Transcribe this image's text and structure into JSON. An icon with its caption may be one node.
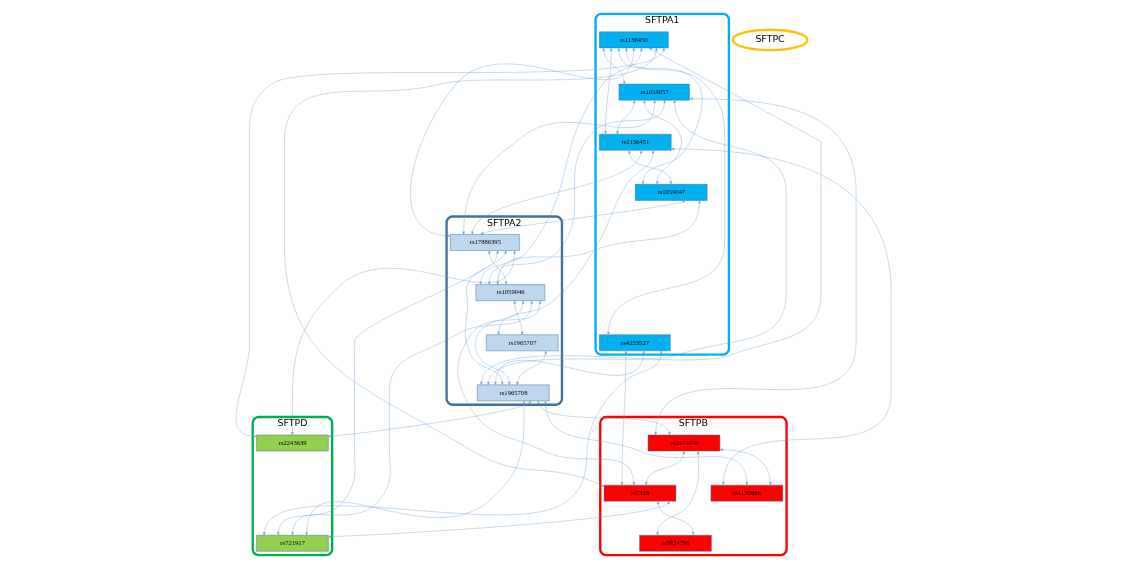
{
  "diagram": {
    "nodes": [
      {
        "text": [
          "SFTPA1"
        ]
      },
      {
        "text": [
          "rs1136450"
        ],
        "in": 0
      },
      {
        "text": [
          "rs1059057"
        ],
        "in": 0
      },
      {
        "text": [
          "rs1136451"
        ],
        "in": 0
      },
      {
        "text": [
          "rs4253527"
        ],
        "in": 0
      },
      {
        "text": [
          "rs1059047"
        ],
        "in": 0
      },
      {
        "text": [
          "SFTPA2"
        ]
      },
      {
        "text": [
          "rs17886395"
        ],
        "in": 6
      },
      {
        "text": [
          "rs1059046"
        ],
        "in": 6
      },
      {
        "text": [
          "rs1965707"
        ],
        "in": 6
      },
      {
        "text": [
          "rs1965708"
        ],
        "in": 6
      },
      {
        "text": [
          "SFTPB"
        ]
      },
      {
        "text": [
          "rs2077079"
        ],
        "in": 11
      },
      {
        "text": [
          "rs7316"
        ],
        "in": 11
      },
      {
        "text": [
          "rs3024798"
        ],
        "in": 11
      },
      {
        "text": [
          "rs1130866"
        ],
        "in": 11
      },
      {
        "text": [
          "SFTPD"
        ]
      },
      {
        "text": [
          "rs2243639"
        ],
        "in": 16
      },
      {
        "text": [
          "rs721917"
        ],
        "in": 16
      },
      {
        "text": [
          "SFTPC"
        ]
      }
    ],
    "edges": [
      {
        "from": 1,
        "to": 2,
        "arrow": "both"
      },
      {
        "from": 1,
        "to": 3,
        "arrow": "both"
      },
      {
        "from": 1,
        "to": 5,
        "arrow": "both"
      },
      {
        "from": 2,
        "to": 3,
        "arrow": "both"
      },
      {
        "from": 2,
        "to": 5,
        "arrow": "both"
      },
      {
        "from": 3,
        "to": 5,
        "arrow": "both"
      },
      {
        "from": 1,
        "to": 4,
        "arrow": "both"
      },
      {
        "from": 1,
        "to": 7,
        "arrow": "both"
      },
      {
        "from": 1,
        "to": 8,
        "arrow": "both"
      },
      {
        "from": 1,
        "to": 10,
        "arrow": "both"
      },
      {
        "from": 1,
        "to": 13,
        "arrow": "both"
      },
      {
        "from": 1,
        "to": 17,
        "arrow": "both"
      },
      {
        "from": 2,
        "to": 7,
        "arrow": "both"
      },
      {
        "from": 2,
        "to": 8,
        "arrow": "both"
      },
      {
        "from": 2,
        "to": 10,
        "arrow": "both"
      },
      {
        "from": 2,
        "to": 12,
        "arrow": "both"
      },
      {
        "from": 3,
        "to": 7,
        "arrow": "both"
      },
      {
        "from": 3,
        "to": 9,
        "arrow": "both"
      },
      {
        "from": 3,
        "to": 15,
        "arrow": "both"
      },
      {
        "from": 4,
        "to": 13,
        "arrow": "both"
      },
      {
        "from": 4,
        "to": 10,
        "arrow": "both"
      },
      {
        "from": 4,
        "to": 18,
        "arrow": "both"
      },
      {
        "from": 5,
        "to": 7,
        "arrow": "both"
      },
      {
        "from": 5,
        "to": 8,
        "arrow": "both"
      },
      {
        "from": 7,
        "to": 8,
        "arrow": "both"
      },
      {
        "from": 7,
        "to": 10,
        "arrow": "both"
      },
      {
        "from": 8,
        "to": 9,
        "arrow": "both"
      },
      {
        "from": 8,
        "to": 10,
        "arrow": "both"
      },
      {
        "from": 9,
        "to": 10,
        "arrow": "both"
      },
      {
        "from": 7,
        "to": 18,
        "arrow": "both"
      },
      {
        "from": 8,
        "to": 18,
        "arrow": "both"
      },
      {
        "from": 10,
        "to": 18,
        "arrow": "both"
      },
      {
        "from": 7,
        "to": 17,
        "arrow": "both"
      },
      {
        "from": 10,
        "to": 17,
        "arrow": "both"
      },
      {
        "from": 10,
        "to": 12,
        "arrow": "both"
      },
      {
        "from": 10,
        "to": 15,
        "arrow": "both"
      },
      {
        "from": 8,
        "to": 13,
        "arrow": "both"
      },
      {
        "from": 12,
        "to": 13,
        "arrow": "both"
      },
      {
        "from": 12,
        "to": 14,
        "arrow": "both"
      },
      {
        "from": 13,
        "to": 14,
        "arrow": "both"
      },
      {
        "from": 12,
        "to": 15,
        "arrow": "both"
      },
      {
        "from": 13,
        "to": 18,
        "arrow": "both"
      }
    ]
  }
}
